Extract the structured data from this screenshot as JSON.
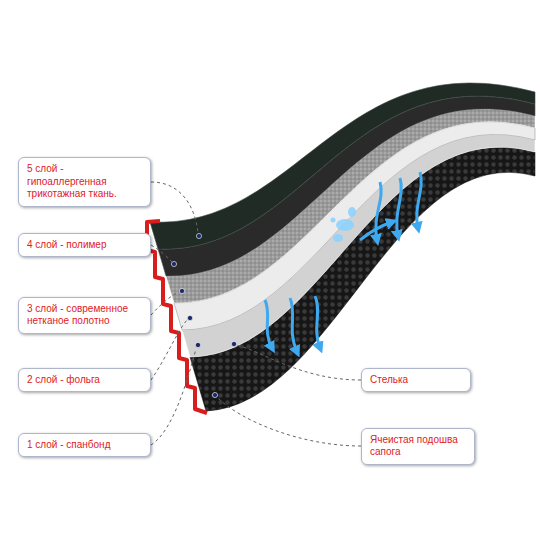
{
  "diagram": {
    "nodes": [
      {
        "text": [
          "5 слой - гипоаллергенная трикотажная ткань."
        ]
      },
      {
        "text": [
          "4 слой - полимер"
        ]
      },
      {
        "text": [
          "3 слой - современное нетканое полотно"
        ]
      },
      {
        "text": [
          "2 слой - фольга"
        ]
      },
      {
        "text": [
          "1 слой - спанбонд"
        ]
      },
      {
        "text": [
          "Стелька"
        ]
      },
      {
        "text": [
          "Ячеистая подошва сапога"
        ]
      }
    ]
  }
}
